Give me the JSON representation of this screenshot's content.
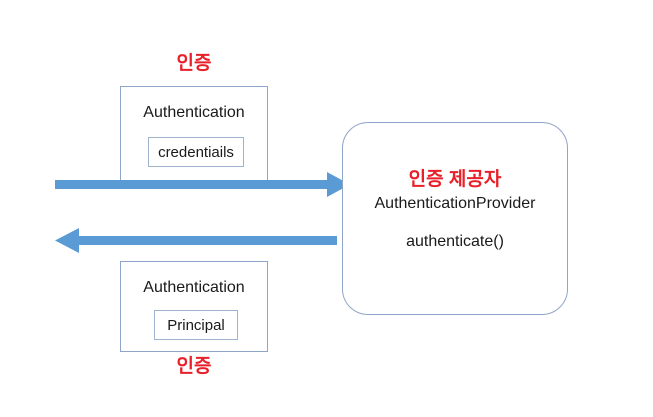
{
  "diagram": {
    "title": "Spring Security AuthenticationProvider flow",
    "colors": {
      "accent_blue": "#5B9BD5",
      "box_border": "#8FA5C8",
      "inner_box_border": "#9FB2CE",
      "annotation_red": "#E8202A",
      "text_dark": "#1A1A1A",
      "background": "#FFFFFF"
    },
    "request": {
      "top_label": "인증",
      "box_title": "Authentication",
      "inner_label": "credentiails"
    },
    "response": {
      "box_title": "Authentication",
      "inner_label": "Principal",
      "bottom_label": "인증"
    },
    "provider": {
      "korean_label": "인증 제공자",
      "class_name": "AuthenticationProvider",
      "method_name": "authenticate()"
    },
    "arrows": [
      {
        "name": "request-arrow",
        "direction": "right"
      },
      {
        "name": "response-arrow",
        "direction": "left"
      }
    ]
  }
}
